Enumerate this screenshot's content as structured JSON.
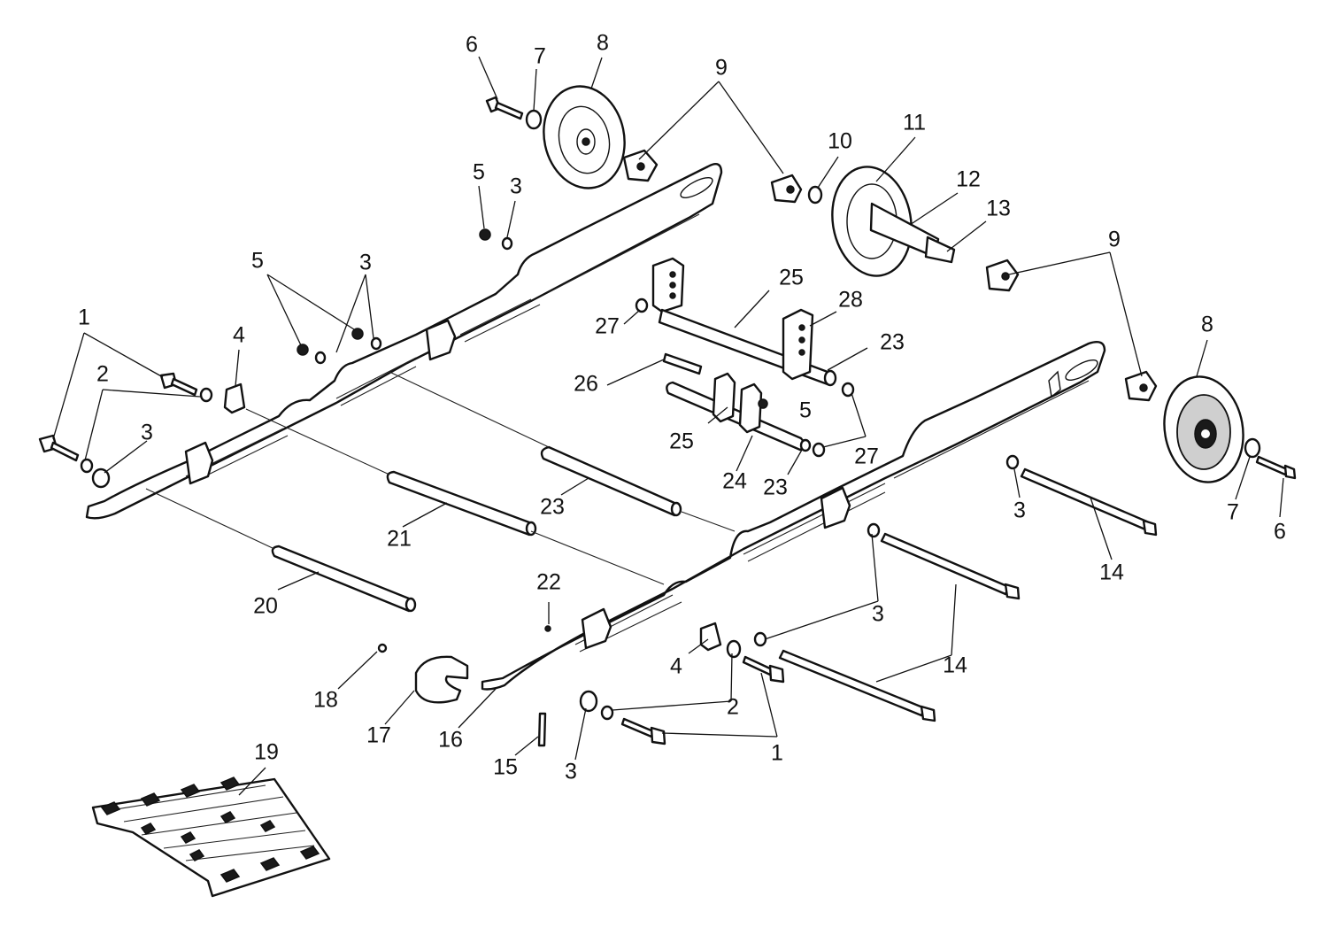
{
  "diagram": {
    "callouts": [
      {
        "id": "c6a",
        "label": "6"
      },
      {
        "id": "c7a",
        "label": "7"
      },
      {
        "id": "c8a",
        "label": "8"
      },
      {
        "id": "c9a",
        "label": "9"
      },
      {
        "id": "c5a",
        "label": "5"
      },
      {
        "id": "c3a",
        "label": "3"
      },
      {
        "id": "c10",
        "label": "10"
      },
      {
        "id": "c11",
        "label": "11"
      },
      {
        "id": "c12",
        "label": "12"
      },
      {
        "id": "c13",
        "label": "13"
      },
      {
        "id": "c9b",
        "label": "9"
      },
      {
        "id": "c5b",
        "label": "5"
      },
      {
        "id": "c3b",
        "label": "3"
      },
      {
        "id": "c25a",
        "label": "25"
      },
      {
        "id": "c28",
        "label": "28"
      },
      {
        "id": "c27a",
        "label": "27"
      },
      {
        "id": "c1a",
        "label": "1"
      },
      {
        "id": "c4a",
        "label": "4"
      },
      {
        "id": "c23a",
        "label": "23"
      },
      {
        "id": "c8b",
        "label": "8"
      },
      {
        "id": "c2a",
        "label": "2"
      },
      {
        "id": "c26",
        "label": "26"
      },
      {
        "id": "c3c",
        "label": "3"
      },
      {
        "id": "c5c",
        "label": "5"
      },
      {
        "id": "c25b",
        "label": "25"
      },
      {
        "id": "c27b",
        "label": "27"
      },
      {
        "id": "c24",
        "label": "24"
      },
      {
        "id": "c23b",
        "label": "23"
      },
      {
        "id": "c23c",
        "label": "23"
      },
      {
        "id": "c21",
        "label": "21"
      },
      {
        "id": "c3d",
        "label": "3"
      },
      {
        "id": "c7b",
        "label": "7"
      },
      {
        "id": "c6b",
        "label": "6"
      },
      {
        "id": "c14a",
        "label": "14"
      },
      {
        "id": "c22",
        "label": "22"
      },
      {
        "id": "c20",
        "label": "20"
      },
      {
        "id": "c3e",
        "label": "3"
      },
      {
        "id": "c4b",
        "label": "4"
      },
      {
        "id": "c14b",
        "label": "14"
      },
      {
        "id": "c18",
        "label": "18"
      },
      {
        "id": "c2b",
        "label": "2"
      },
      {
        "id": "c17",
        "label": "17"
      },
      {
        "id": "c16",
        "label": "16"
      },
      {
        "id": "c19",
        "label": "19"
      },
      {
        "id": "c1b",
        "label": "1"
      },
      {
        "id": "c15",
        "label": "15"
      },
      {
        "id": "c3f",
        "label": "3"
      }
    ]
  }
}
